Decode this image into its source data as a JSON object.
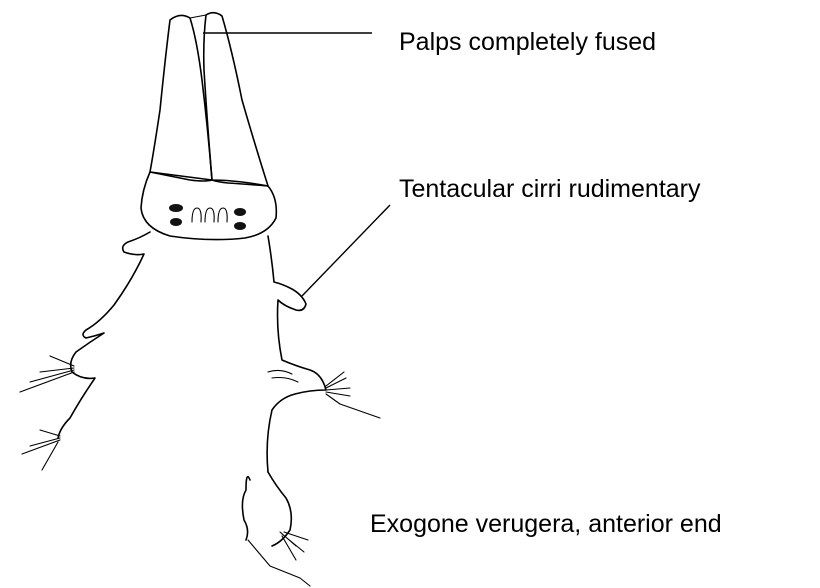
{
  "labels": {
    "palps": "Palps completely fused",
    "tentacular_cirri": "Tentacular cirri rudimentary",
    "caption": "Exogone verugera, anterior end"
  }
}
